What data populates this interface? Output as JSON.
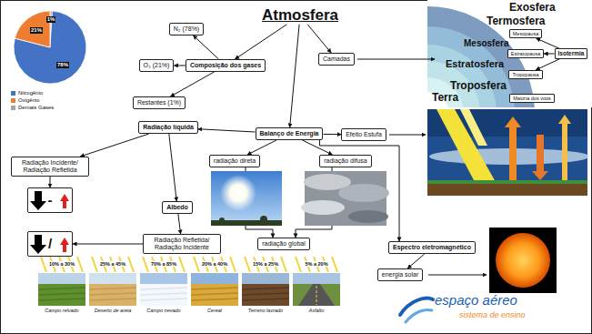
{
  "diagram": {
    "nodes": [
      {
        "text": [
          "Atmosfera"
        ]
      },
      {
        "text": [
          "N₂ (78%)"
        ]
      },
      {
        "text": [
          "Composição dos gases"
        ]
      },
      {
        "text": [
          "O₂ (21%)"
        ]
      },
      {
        "text": [
          "Restantes (1%)"
        ]
      },
      {
        "text": [
          "Camadas"
        ]
      },
      {
        "text": [
          "Radiação líquida"
        ]
      },
      {
        "text": [
          "Balanço de Energia"
        ]
      },
      {
        "text": [
          "Efeito Estufa"
        ]
      },
      {
        "text": [
          "Radiação Incidente/ Radiação Refletida"
        ]
      },
      {
        "text": [
          "-"
        ]
      },
      {
        "text": [
          "Albedo"
        ]
      },
      {
        "text": [
          "Radiação Refletida/ Radiação Incidente"
        ]
      },
      {
        "text": [
          "/"
        ]
      },
      {
        "text": [
          "radiação direta"
        ]
      },
      {
        "text": [
          "radiação difusa"
        ]
      },
      {
        "text": [
          "radiação global"
        ]
      },
      {
        "text": [
          "Espectro eletromagnético"
        ]
      },
      {
        "text": [
          "energia solar"
        ]
      },
      {
        "text": [
          "Mesopausa"
        ]
      },
      {
        "text": [
          "Estratopausa"
        ]
      },
      {
        "text": [
          "Tropopausa"
        ]
      },
      {
        "text": [
          "Isotermia"
        ]
      },
      {
        "text": [
          "Maioria dos voos"
        ]
      }
    ],
    "edges": [
      {
        "from": 0,
        "to": 2,
        "arrow": "to"
      },
      {
        "from": 0,
        "to": 5,
        "arrow": "to"
      },
      {
        "from": 0,
        "to": 7,
        "arrow": "to"
      },
      {
        "from": 2,
        "to": 1,
        "arrow": "to"
      },
      {
        "from": 2,
        "to": 3,
        "arrow": "to"
      },
      {
        "from": 2,
        "to": 4,
        "arrow": "to"
      },
      {
        "from": 7,
        "to": 6,
        "arrow": "to"
      },
      {
        "from": 6,
        "to": 9,
        "arrow": "to"
      },
      {
        "from": 6,
        "to": 11,
        "arrow": "to"
      },
      {
        "from": 9,
        "to": 10,
        "arrow": "to"
      },
      {
        "from": 11,
        "to": 12,
        "arrow": "to"
      },
      {
        "from": 12,
        "to": 13,
        "arrow": "to"
      },
      {
        "from": 7,
        "to": 8,
        "arrow": "to"
      },
      {
        "from": 7,
        "to": 14,
        "arrow": "to"
      },
      {
        "from": 7,
        "to": 15,
        "arrow": "to"
      },
      {
        "from": 14,
        "to": 16,
        "arrow": "to"
      },
      {
        "from": 15,
        "to": 16,
        "arrow": "to"
      },
      {
        "from": 7,
        "to": 17,
        "arrow": "to"
      },
      {
        "from": 17,
        "to": 18,
        "arrow": "to"
      },
      {
        "from": 22,
        "to": 19,
        "arrow": "to"
      },
      {
        "from": 22,
        "to": 20,
        "arrow": "to"
      },
      {
        "from": 22,
        "to": 21,
        "arrow": "to"
      }
    ],
    "labels": [
      "Exosfera",
      "Termosfera",
      "Mesosfera",
      "Estratosfera",
      "Troposfera",
      "Terra",
      "78%",
      "21%",
      "1%",
      "10% a 30%",
      "25% a 45%",
      "70% a 85%",
      "20% a 40%",
      "15% a 25%",
      "5% a 20%",
      "Campo relvado",
      "Deserto de areia",
      "Campo nevado",
      "Cereal",
      "Terreno lavrado",
      "Asfalto",
      "espaço aéreo",
      "sistema de ensino"
    ],
    "legend": [
      {
        "text": "Nitrogênio",
        "color": "#4472c4"
      },
      {
        "text": "Oxigênio",
        "color": "#ed7d31"
      },
      {
        "text": "Demais Gases",
        "color": "#a5a5a5"
      }
    ]
  }
}
